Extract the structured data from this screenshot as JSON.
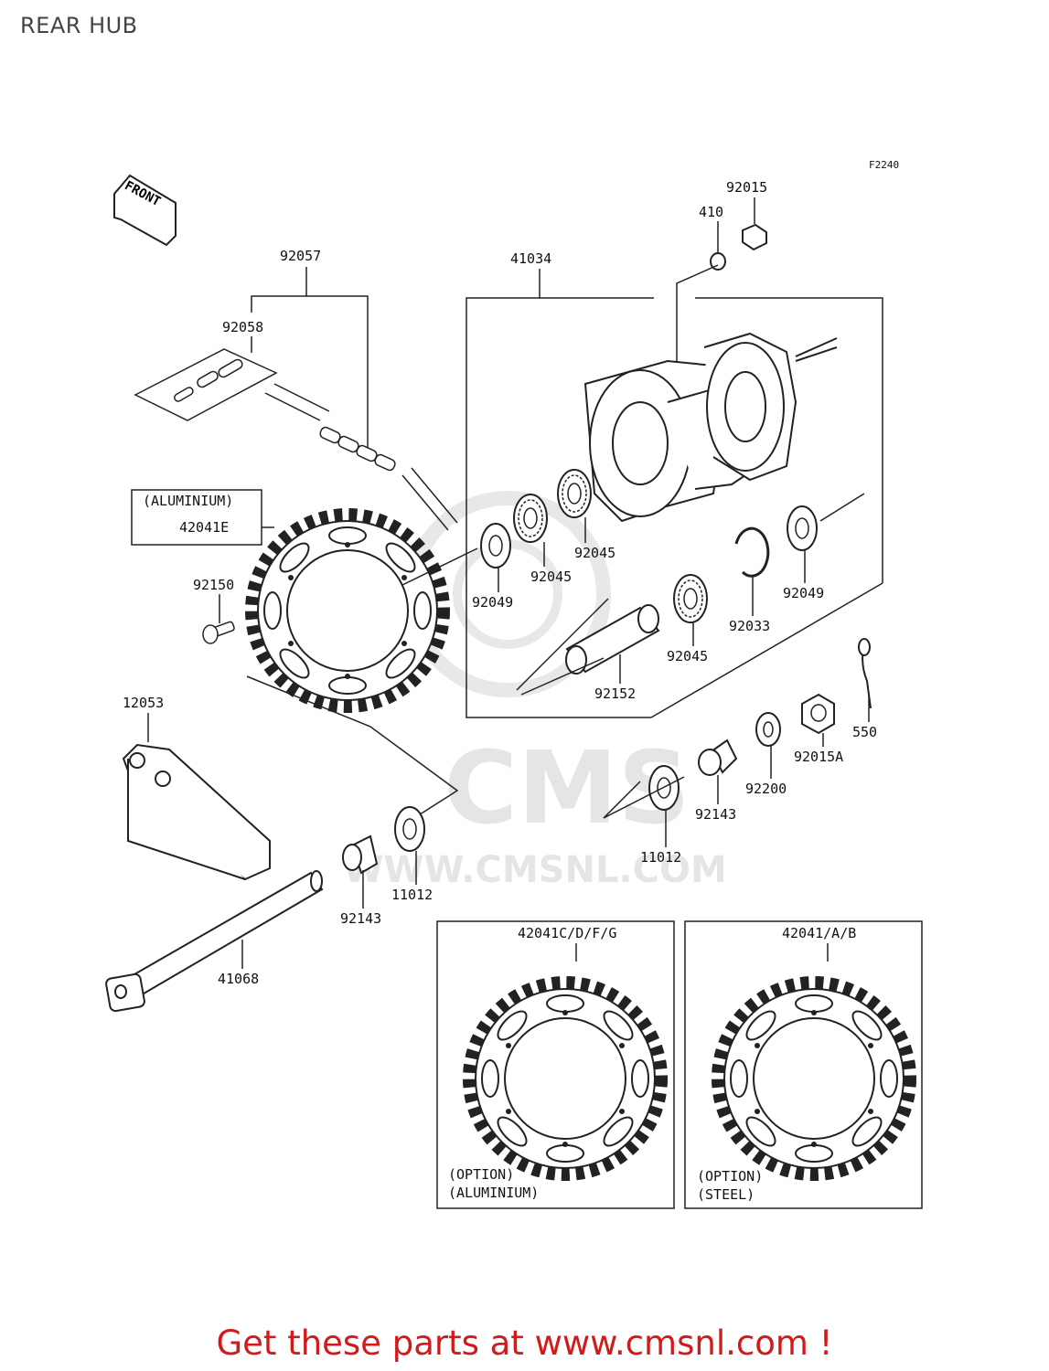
{
  "page": {
    "title": "REAR HUB",
    "footer_text": "Get these parts at www.cmsnl.com !"
  },
  "diagram": {
    "figure_code": "F2240",
    "front_marker": "FRONT",
    "watermark": {
      "brand": "CMS",
      "url": "WWW.CMSNL.COM"
    },
    "labels": {
      "l92015": "92015",
      "l410": "410",
      "l41034": "41034",
      "l92057": "92057",
      "l92058": "92058",
      "aluminium": "(ALUMINIUM)",
      "l42041E": "42041E",
      "l92150": "92150",
      "l92045a": "92045",
      "l92045b": "92045",
      "l92049a": "92049",
      "l92049b": "92049",
      "l92033": "92033",
      "l92045c": "92045",
      "l92152": "92152",
      "l12053": "12053",
      "l550": "550",
      "l92015A": "92015A",
      "l92200": "92200",
      "l92143a": "92143",
      "l11012a": "11012",
      "l11012b": "11012",
      "l92143b": "92143",
      "l41068": "41068"
    },
    "option_boxes": [
      {
        "part": "42041C/D/F/G",
        "line1": "(OPTION)",
        "line2": "(ALUMINIUM)"
      },
      {
        "part": "42041/A/B",
        "line1": "(OPTION)",
        "line2": "(STEEL)"
      }
    ]
  }
}
